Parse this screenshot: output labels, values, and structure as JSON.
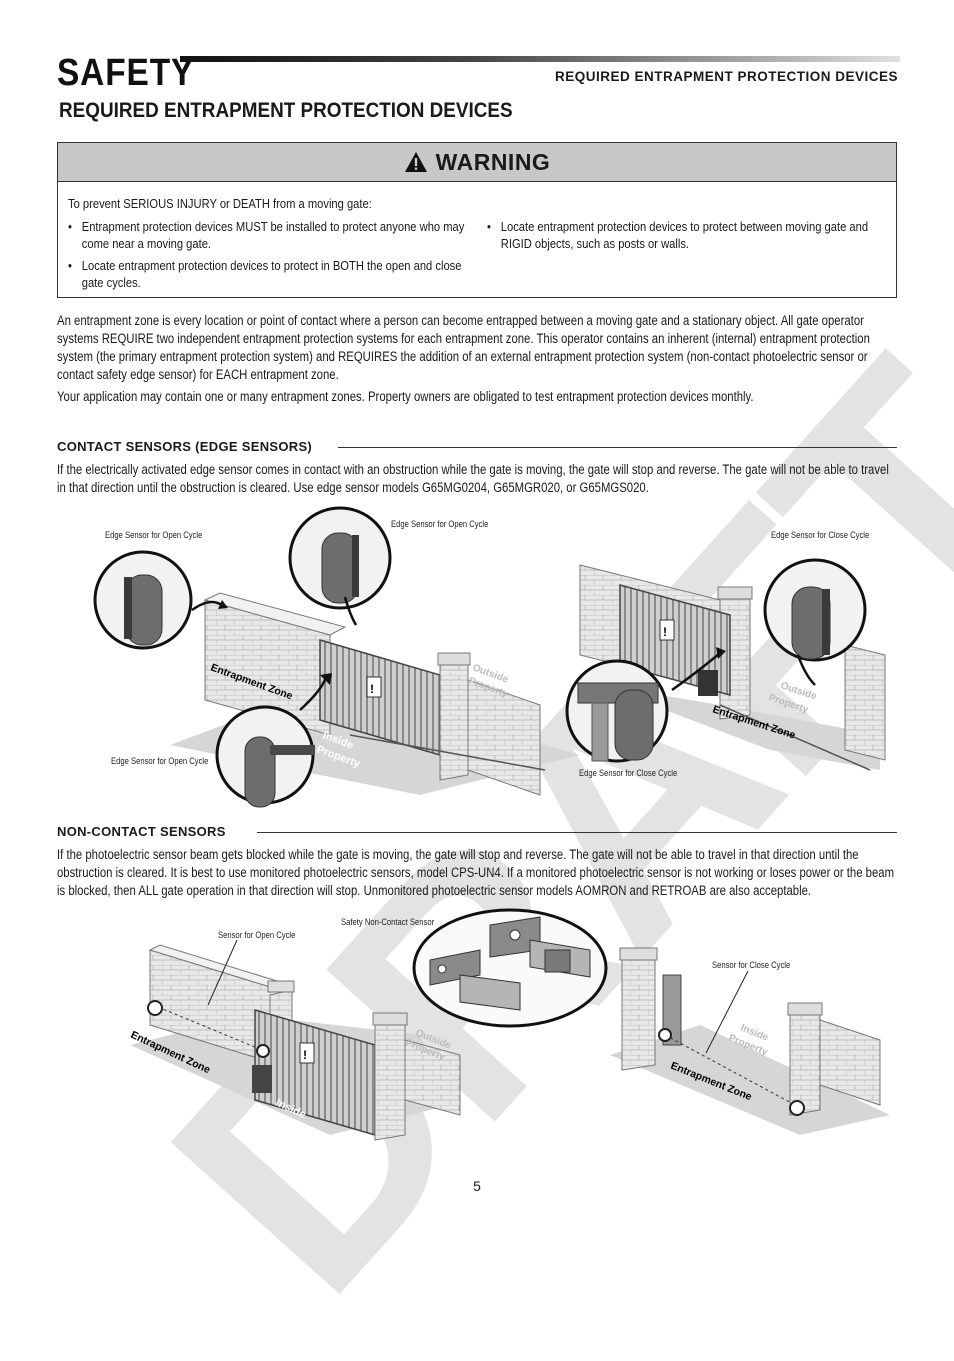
{
  "header": {
    "title": "SAFETY",
    "right_label": "REQUIRED ENTRAPMENT PROTECTION DEVICES"
  },
  "section_title": "REQUIRED ENTRAPMENT PROTECTION DEVICES",
  "warning": {
    "title": "WARNING",
    "intro": "To prevent SERIOUS INJURY or DEATH from a moving gate:",
    "bullets_left": [
      "Entrapment protection devices MUST be installed to protect anyone who may come near a moving gate.",
      "Locate entrapment protection devices to protect in BOTH the open and close gate cycles."
    ],
    "bullets_right": [
      "Locate entrapment protection devices to protect between moving gate and RIGID objects, such as posts or walls."
    ]
  },
  "intro_paragraphs": [
    "An entrapment zone is every location or point of contact where a person can become entrapped between a moving gate and a stationary object. All gate operator systems REQUIRE two independent entrapment protection systems for each entrapment zone. This operator contains an inherent (internal) entrapment protection system (the primary entrapment protection system) and REQUIRES the addition of an external entrapment protection system (non-contact photoelectric sensor or contact safety edge sensor) for EACH entrapment zone.",
    "Your application may contain one or many entrapment zones. Property owners are obligated to test entrapment protection devices monthly."
  ],
  "contact_section": {
    "heading": "CONTACT SENSORS (EDGE SENSORS)",
    "text": "If the electrically activated edge sensor comes in contact with an obstruction while the gate is moving, the gate will stop and reverse. The gate will not be able to travel in that direction until the obstruction is cleared. Use edge sensor models G65MG0204, G65MGR020, or G65MGS020.",
    "labels": {
      "open_left": "Edge Sensor for Open Cycle",
      "open_top": "Edge Sensor for Open Cycle",
      "open_bottom": "Edge Sensor for Open Cycle",
      "close_right": "Edge Sensor for Close Cycle",
      "close_bottom": "Edge Sensor for Close Cycle"
    }
  },
  "noncontact_section": {
    "heading": "NON-CONTACT SENSORS",
    "text": "If the photoelectric sensor beam gets blocked while the gate is moving, the gate will stop and reverse. The gate will not be able to travel in that direction until the obstruction is cleared. It is best to use monitored photoelectric sensors, model CPS-UN4. If a monitored photoelectric sensor is not working or loses power or the beam is blocked, then ALL gate operation in that direction will stop. Unmonitored photoelectric sensor models AOMRON and RETROAB are also acceptable.",
    "labels": {
      "open": "Sensor for Open Cycle",
      "safety": "Safety Non-Contact Sensor",
      "close": "Sensor for Close Cycle"
    }
  },
  "diagram_text": {
    "entrapment_zone": "Entrapment Zone",
    "outside_property": "Outside Property",
    "inside_property": "Inside Property",
    "outside": "Outside",
    "inside": "Inside",
    "property": "Property",
    "gate_sign": "!"
  },
  "watermark": "DRAFT",
  "page_number": "5"
}
